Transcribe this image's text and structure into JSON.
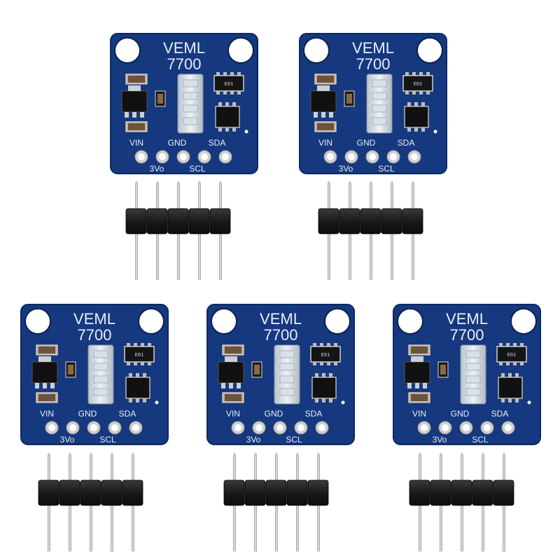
{
  "product": {
    "board_line1": "VEML",
    "board_line2": "7700",
    "chip_marking": "E01",
    "pins_top": [
      "VIN",
      "GND",
      "SDA"
    ],
    "pins_bottom": [
      "3Vo",
      "SCL"
    ],
    "board_count": 5,
    "header_pin_count": 5
  },
  "colors": {
    "pcb_blue": "#15387e",
    "pcb_edge": "#0d2a62",
    "silkscreen": "#e8eef8",
    "header_plastic": "#1c1c1c",
    "pin_metal": "#c9c9c9"
  }
}
